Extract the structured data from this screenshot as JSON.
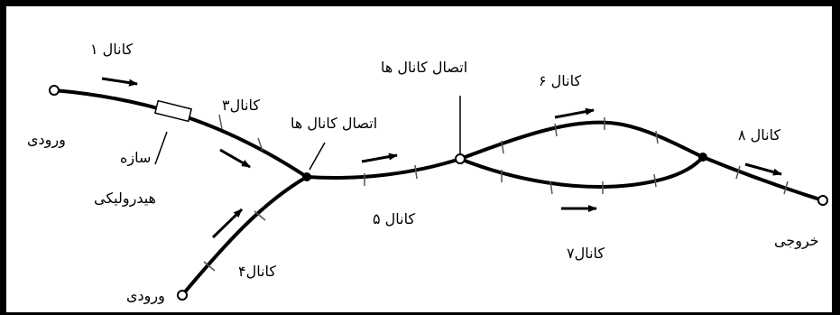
{
  "labels": {
    "inlet_1": "ورودی",
    "inlet_2": "ورودی",
    "outlet": "خروجی",
    "channel_1": "کانال ۱",
    "channel_3": "کانال۳",
    "channel_4": "کانال۴",
    "channel_5": "کانال ۵",
    "channel_6": "کانال ۶",
    "channel_7": "کانال۷",
    "channel_8": "کانال ۸",
    "junction_1": "اتصال کانال ها",
    "junction_2": "اتصال کانال ها",
    "structure_line1": "سازه",
    "structure_line2": "هیدرولیکی"
  }
}
